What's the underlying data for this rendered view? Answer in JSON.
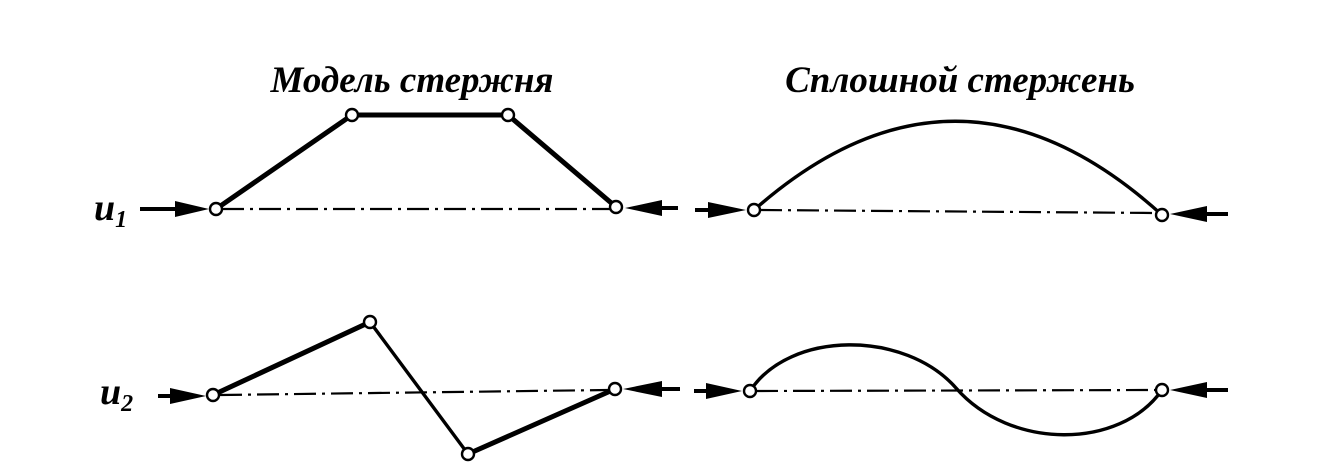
{
  "titles": {
    "model": "Модель стержня",
    "solid": "Сплошной стержень"
  },
  "mode_labels": [
    {
      "main": "u",
      "sub": "1"
    },
    {
      "main": "u",
      "sub": "2"
    }
  ],
  "colors": {
    "ink": "#000000",
    "background": "#ffffff"
  }
}
